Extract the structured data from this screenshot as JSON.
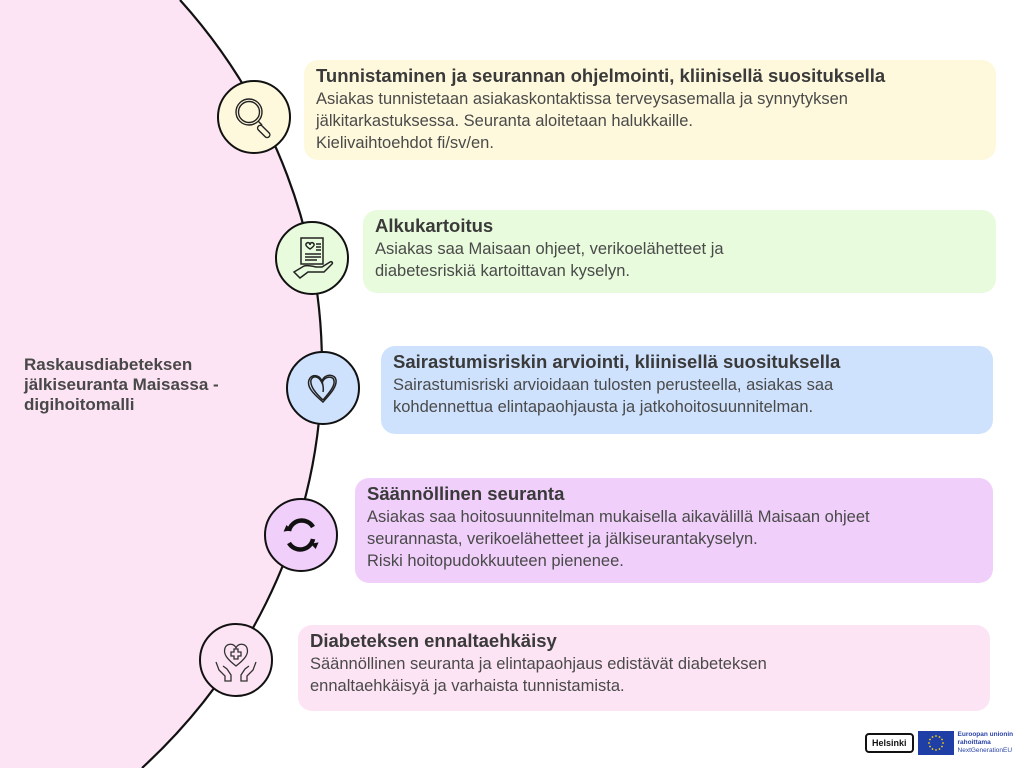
{
  "title": "Raskausdiabeteksen jälkiseuranta Maisassa -digihoitomalli",
  "colors": {
    "arc_fill": "#fde4f4",
    "stroke": "#111111",
    "step1": "#fef9dc",
    "step2": "#e8fbdc",
    "step3": "#cfe2fd",
    "step4": "#f0cffa",
    "step5": "#fde4f4"
  },
  "steps": [
    {
      "icon": "magnifier-icon",
      "title": "Tunnistaminen ja seurannan ohjelmointi, kliinisellä suosituksella",
      "body": "Asiakas tunnistetaan asiakaskontaktissa terveysasemalla ja synnytyksen\njälkitarkastuksessa. Seuranta aloitetaan halukkaille.\nKielivaihtoehdot fi/sv/en."
    },
    {
      "icon": "document-in-hand-icon",
      "title": "Alkukartoitus",
      "body": "Asiakas saa Maisaan ohjeet, verikoelähetteet ja\ndiabetesriskiä kartoittavan kyselyn."
    },
    {
      "icon": "heart-icon",
      "title": "Sairastumisriskin arviointi, kliinisellä suosituksella",
      "body": "Sairastumisriski arvioidaan tulosten perusteella, asiakas saa\nkohdennettua elintapaohjausta ja jatkohoitosuunnitelman."
    },
    {
      "icon": "refresh-cycle-icon",
      "title": "Säännöllinen seuranta",
      "body": "Asiakas saa hoitosuunnitelman mukaisella aikavälillä Maisaan ohjeet\nseurannasta, verikoelähetteet ja jälkiseurantakyselyn.\nRiski hoitopudokkuuteen pienenee."
    },
    {
      "icon": "heart-care-hands-icon",
      "title": "Diabeteksen ennaltaehkäisy",
      "body": "Säännöllinen seuranta ja elintapaohjaus edistävät diabeteksen\nennaltaehkäisyä ja varhaista tunnistamista."
    }
  ],
  "footer": {
    "helsinki_logo": "Helsinki",
    "eu_line1": "Euroopan unionin",
    "eu_line2": "rahoittama",
    "eu_line3": "NextGenerationEU"
  }
}
